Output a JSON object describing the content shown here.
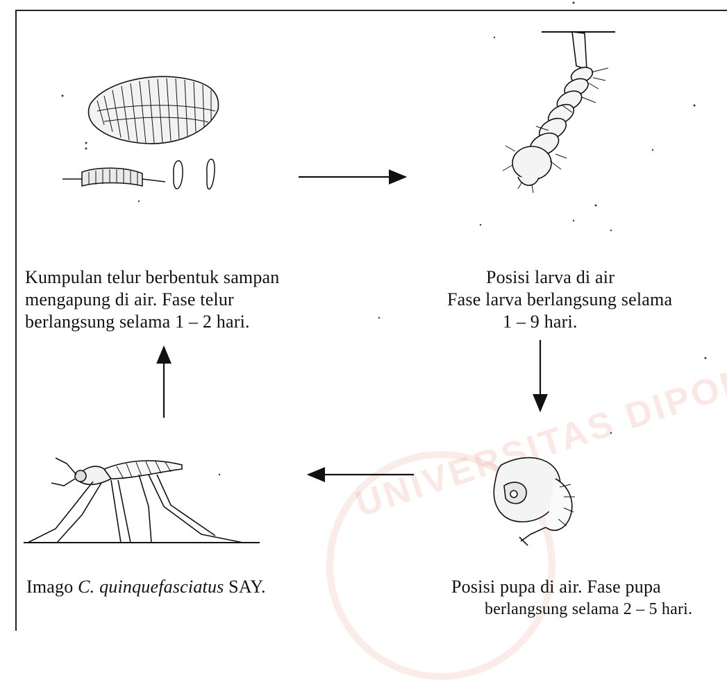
{
  "diagram": {
    "stages": [
      {
        "id": "egg",
        "caption_lines": [
          "Kumpulan telur berbentuk sampan",
          "mengapung di air.  Fase telur",
          "berlangsung selama 1 – 2 hari."
        ]
      },
      {
        "id": "larva",
        "caption_lines": [
          "Posisi larva di air",
          "Fase larva berlangsung selama",
          "1 – 9  hari."
        ]
      },
      {
        "id": "pupa",
        "caption_lines": [
          "Posisi pupa di air. Fase pupa",
          "berlangsung selama 2 – 5 hari."
        ]
      },
      {
        "id": "imago",
        "caption_prefix": "Imago ",
        "caption_species": "C. quinquefasciatus",
        "caption_suffix": " SAY."
      }
    ],
    "flow": [
      "egg",
      "larva",
      "pupa",
      "imago",
      "egg"
    ],
    "watermark_text": "UNIVERSITAS DIPONEGORO",
    "colors": {
      "ink": "#111111",
      "watermark": "#e29682"
    }
  }
}
